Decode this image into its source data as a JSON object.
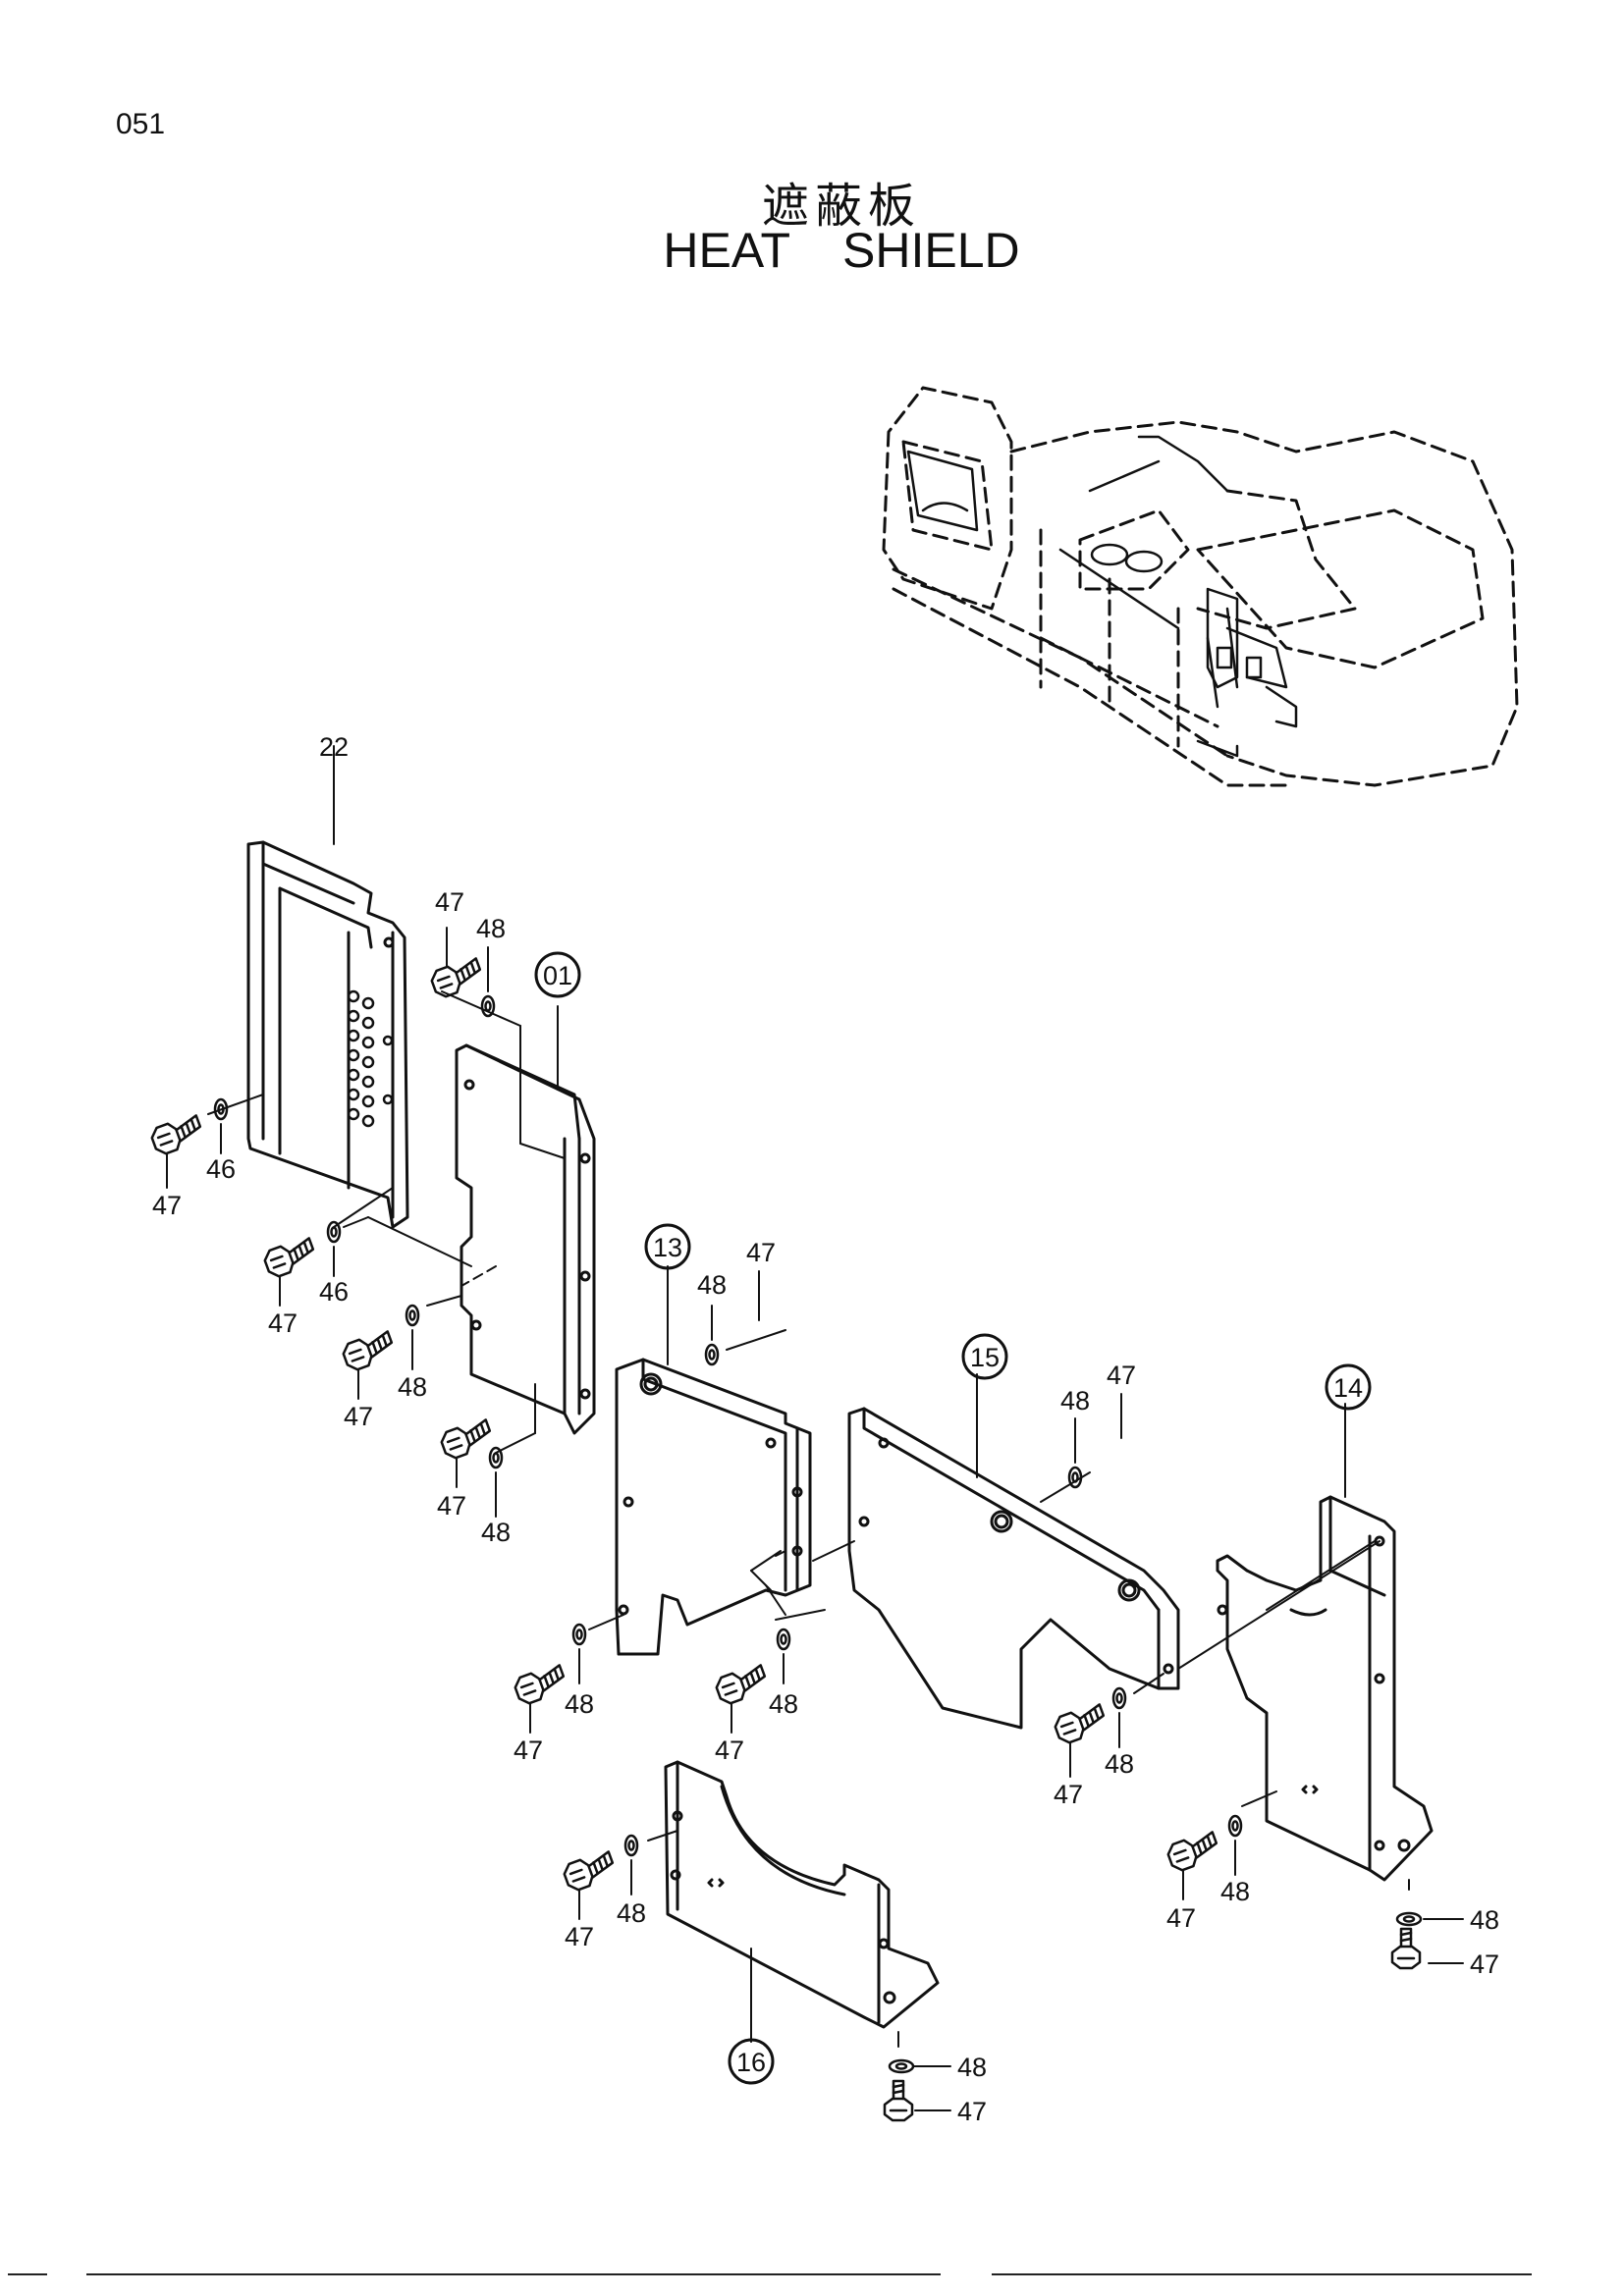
{
  "page_number": "051",
  "title_jp": "遮蔽板",
  "title_en": "HEAT SHIELD",
  "part_labels": {
    "p22": "22",
    "p01": "01",
    "p13": "13",
    "p15": "15",
    "p14": "14",
    "p16": "16",
    "n46": "46",
    "n47": "47",
    "n48": "48"
  }
}
